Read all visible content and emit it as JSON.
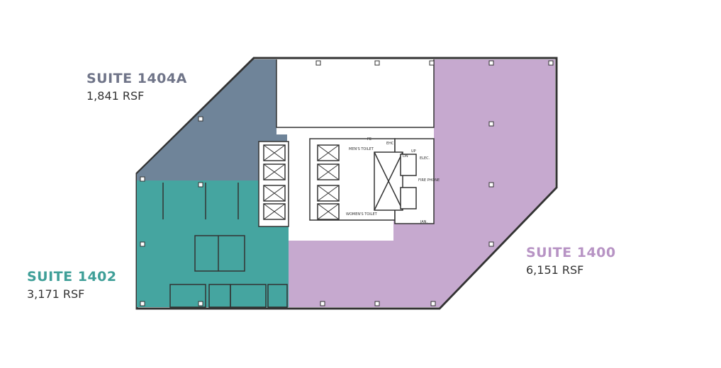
{
  "suites": [
    {
      "name": "SUITE 1404A",
      "area": "1,841 RSF",
      "color": "#6f8499"
    },
    {
      "name": "SUITE 1402",
      "area": "3,171 RSF",
      "color": "#45a5a0"
    },
    {
      "name": "SUITE 1400",
      "area": "6,151 RSF",
      "color": "#c6a9cf"
    }
  ],
  "core_labels": {
    "mens_toilet": "MEN'S TOILET",
    "womens_toilet": "WOMEN'S TOILET",
    "elec": "ELEC.",
    "fire_phone": "FIRE PHONE",
    "jan": "JAN.",
    "up": "UP",
    "dn": "DN",
    "ehc": "EHC",
    "fe": "FE"
  }
}
